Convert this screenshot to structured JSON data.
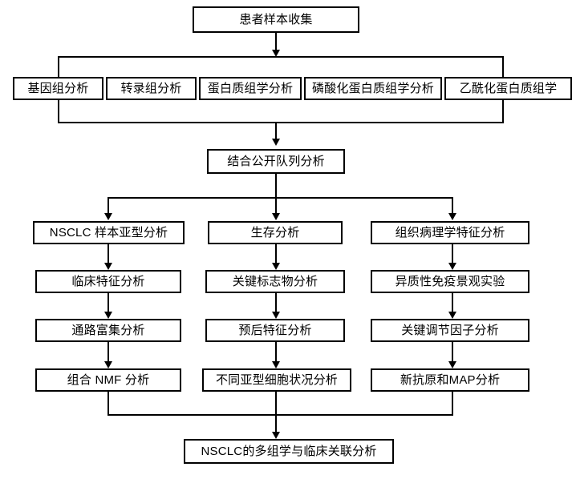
{
  "diagram": {
    "title_node": {
      "label": "患者样本收集"
    },
    "omics_row": [
      {
        "label": "基因组分析"
      },
      {
        "label": "转录组分析"
      },
      {
        "label": "蛋白质组学分析"
      },
      {
        "label": "磷酸化蛋白质组学分析"
      },
      {
        "label": "乙酰化蛋白质组学"
      }
    ],
    "merge_node": {
      "label": "结合公开队列分析"
    },
    "columns": [
      {
        "name": "subtype-column",
        "nodes": [
          {
            "label": "NSCLC 样本亚型分析"
          },
          {
            "label": "临床特征分析"
          },
          {
            "label": "通路富集分析"
          },
          {
            "label": "组合 NMF 分析"
          }
        ]
      },
      {
        "name": "survival-column",
        "nodes": [
          {
            "label": "生存分析"
          },
          {
            "label": "关键标志物分析"
          },
          {
            "label": "预后特征分析"
          },
          {
            "label": "不同亚型细胞状况分析"
          }
        ]
      },
      {
        "name": "histopathology-column",
        "nodes": [
          {
            "label": "组织病理学特征分析"
          },
          {
            "label": "异质性免疫景观实验"
          },
          {
            "label": "关键调节因子分析"
          },
          {
            "label": "新抗原和MAP分析"
          }
        ]
      }
    ],
    "final_node": {
      "label": "NSCLC的多组学与临床关联分析"
    },
    "colors": {
      "line": "#000000",
      "box_border": "#000000",
      "box_fill": "#ffffff",
      "text": "#000000",
      "background": "#ffffff"
    }
  }
}
